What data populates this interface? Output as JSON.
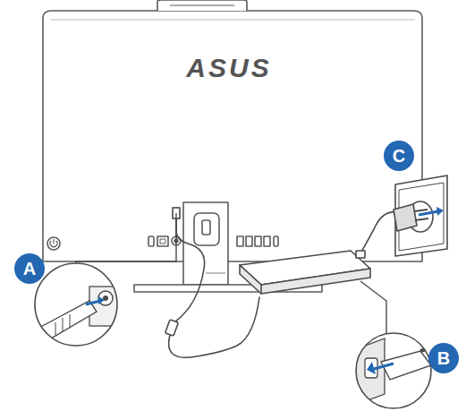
{
  "diagram": {
    "nodes": [
      {
        "text": [
          "A"
        ]
      },
      {
        "text": [
          "B"
        ]
      },
      {
        "text": [
          "C"
        ]
      }
    ],
    "labels": [
      "ASUS"
    ]
  }
}
